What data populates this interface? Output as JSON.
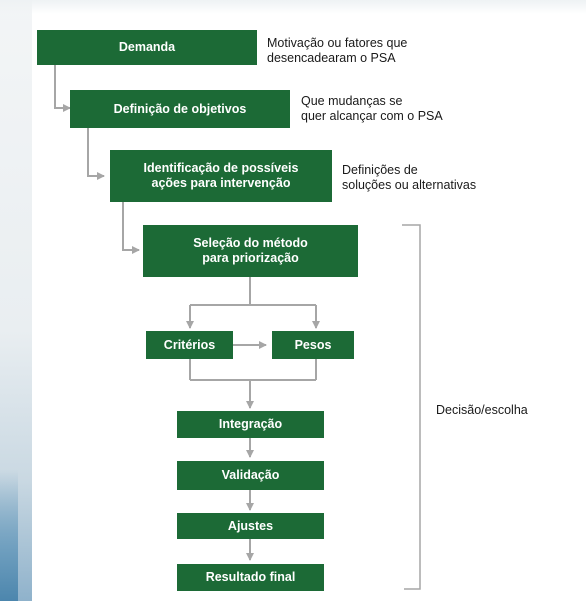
{
  "steps": {
    "demanda": "Demanda",
    "objetivos": "Definição de objetivos",
    "acoes": "Identificação de possíveis\nações para intervenção",
    "selecao": "Seleção do método\npara priorização",
    "criterios": "Critérios",
    "pesos": "Pesos",
    "integracao": "Integração",
    "validacao": "Validação",
    "ajustes": "Ajustes",
    "resultado": "Resultado final"
  },
  "notes": {
    "demanda": "Motivação ou fatores que\ndesencadearam o PSA",
    "objetivos": "Que mudanças se\nquer alcançar com o PSA",
    "acoes": "Definições de\nsoluções ou alternativas",
    "decisao": "Decisão/escolha"
  },
  "colors": {
    "box_fill": "#1c6a36",
    "connector": "#a6a6a6"
  }
}
